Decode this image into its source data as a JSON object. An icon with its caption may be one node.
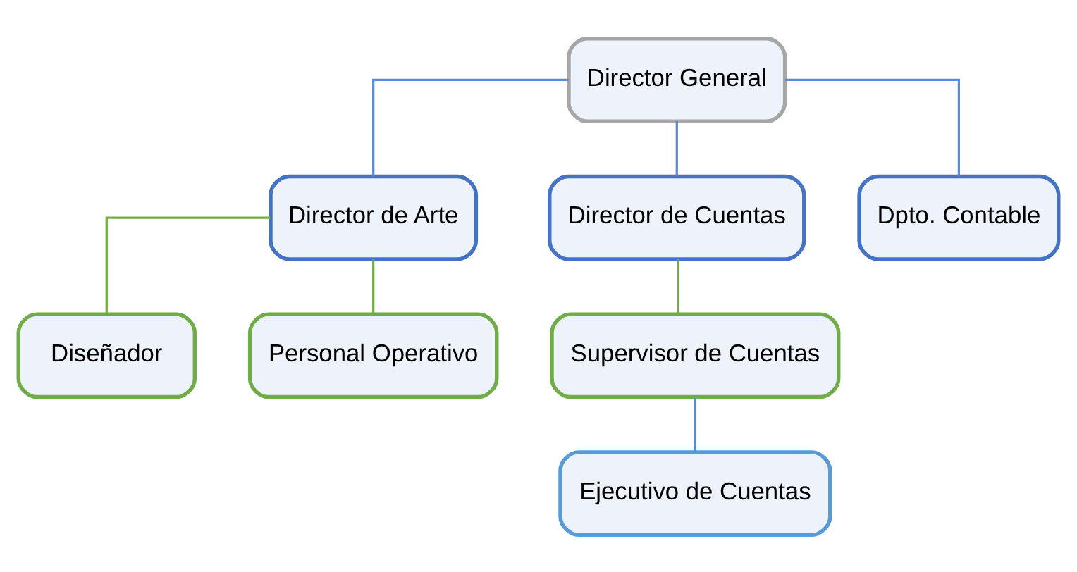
{
  "diagram": {
    "nodes": [
      {
        "text": [
          "Director General"
        ]
      },
      {
        "text": [
          "Director de Arte"
        ]
      },
      {
        "text": [
          "Director de Cuentas"
        ]
      },
      {
        "text": [
          "Dpto. Contable"
        ]
      },
      {
        "text": [
          "Diseñador"
        ]
      },
      {
        "text": [
          "Personal Operativo"
        ]
      },
      {
        "text": [
          "Supervisor de Cuentas"
        ]
      },
      {
        "text": [
          "Ejecutivo de Cuentas"
        ]
      }
    ],
    "edges": [
      {
        "from": 0,
        "to": 1,
        "arrow": "none"
      },
      {
        "from": 0,
        "to": 2,
        "arrow": "none"
      },
      {
        "from": 0,
        "to": 3,
        "arrow": "none"
      },
      {
        "from": 1,
        "to": 4,
        "arrow": "none",
        "color": "#70ad47"
      },
      {
        "from": 1,
        "to": 5,
        "arrow": "none",
        "color": "#70ad47"
      },
      {
        "from": 2,
        "to": 6,
        "arrow": "none",
        "color": "#70ad47"
      },
      {
        "from": 6,
        "to": 7,
        "arrow": "none"
      }
    ]
  }
}
